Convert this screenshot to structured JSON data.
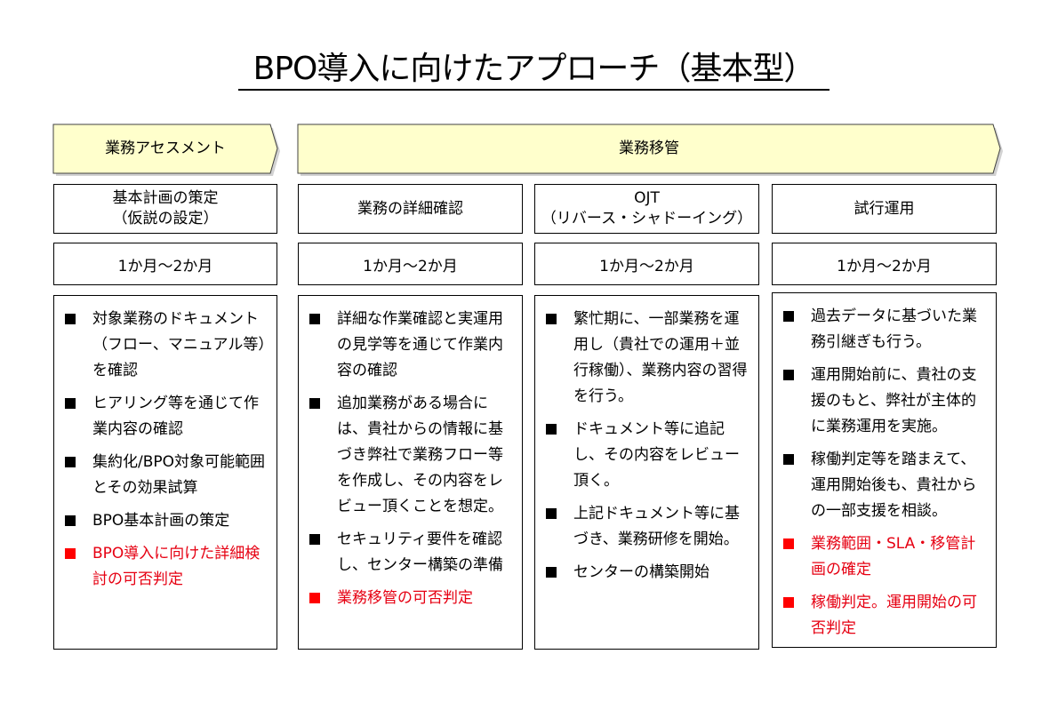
{
  "title": "BPO導入に向けたアプローチ（基本型）",
  "colors": {
    "arrow_fill": "#ffffcc",
    "arrow_stroke": "#404040",
    "highlight_red": "#e60012"
  },
  "phases": [
    {
      "label": "業務アセスメント"
    },
    {
      "label": "業務移管"
    }
  ],
  "columns": [
    {
      "header_line1": "基本計画の策定",
      "header_line2": "（仮説の設定）",
      "duration": "1か月～2か月",
      "items": [
        {
          "text": "対象業務のドキュメント（フロー、マニュアル等）を確認",
          "highlight": false
        },
        {
          "text": "ヒアリング等を通じて作業内容の確認",
          "highlight": false
        },
        {
          "text": "集約化/BPO対象可能範囲とその効果試算",
          "highlight": false
        },
        {
          "text": "BPO基本計画の策定",
          "highlight": false
        },
        {
          "text": "BPO導入に向けた詳細検討の可否判定",
          "highlight": true
        }
      ]
    },
    {
      "header_line1": "業務の詳細確認",
      "header_line2": "",
      "duration": "1か月～2か月",
      "items": [
        {
          "text": "詳細な作業確認と実運用の見学等を通じて作業内容の確認",
          "highlight": false
        },
        {
          "text": "追加業務がある場合には、貴社からの情報に基づき弊社で業務フロー等を作成し、その内容をレビュー頂くことを想定。",
          "highlight": false
        },
        {
          "text": "セキュリティ要件を確認し、センター構築の準備",
          "highlight": false
        },
        {
          "text": "業務移管の可否判定",
          "highlight": true
        }
      ]
    },
    {
      "header_line1": "OJT",
      "header_line2": "（リバース・シャドーイング）",
      "duration": "1か月～2か月",
      "items": [
        {
          "text": "繁忙期に、一部業務を運用し（貴社での運用＋並行稼働）、業務内容の習得を行う。",
          "highlight": false
        },
        {
          "text": "ドキュメント等に追記し、その内容をレビュー頂く。",
          "highlight": false
        },
        {
          "text": "上記ドキュメント等に基づき、業務研修を開始。",
          "highlight": false
        },
        {
          "text": "センターの構築開始",
          "highlight": false
        }
      ]
    },
    {
      "header_line1": "試行運用",
      "header_line2": "",
      "duration": "1か月～2か月",
      "items": [
        {
          "text": "過去データに基づいた業務引継ぎも行う。",
          "highlight": false
        },
        {
          "text": "運用開始前に、貴社の支援のもと、弊社が主体的に業務運用を実施。",
          "highlight": false
        },
        {
          "text": "稼働判定等を踏まえて、運用開始後も、貴社からの一部支援を相談。",
          "highlight": false
        },
        {
          "text": "業務範囲・SLA・移管計画の確定",
          "highlight": true
        },
        {
          "text": "稼働判定。運用開始の可否判定",
          "highlight": true
        }
      ]
    }
  ]
}
